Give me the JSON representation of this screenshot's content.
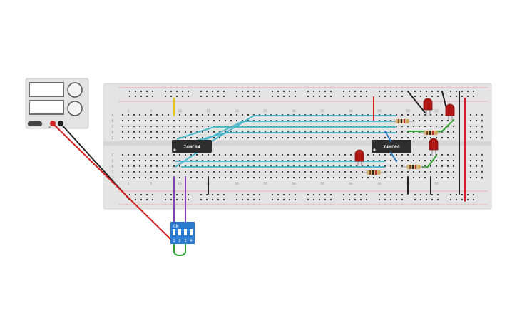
{
  "psu": {
    "plus_label": "+",
    "minus_label": "-"
  },
  "breadboard": {
    "column_numbers": [
      "1",
      "5",
      "10",
      "15",
      "20",
      "25",
      "30",
      "35",
      "40",
      "45",
      "50",
      "55"
    ],
    "row_letters_top": [
      "A",
      "B",
      "C",
      "D",
      "E"
    ],
    "row_letters_bottom": [
      "F",
      "G",
      "H",
      "I",
      "J"
    ]
  },
  "chips": [
    {
      "label": "74HC04"
    },
    {
      "label": "74HC08"
    }
  ],
  "dip_switch": {
    "on_label": "ON",
    "switch_numbers": [
      "1",
      "2",
      "3",
      "4"
    ]
  },
  "colors": {
    "board": "#e4e4e4",
    "hole": "#3c3c3c",
    "rail_red": "#e06060",
    "wire_cyan": "#4cb8cc",
    "wire_red": "#d42020",
    "wire_black": "#222222",
    "wire_purple": "#8a3cc0",
    "wire_green": "#2fa32f",
    "wire_yellow": "#e8c020",
    "wire_blue": "#2a7fc8",
    "led_red": "#b01818",
    "chip": "#2e2e2e",
    "dip": "#2b7bd0"
  }
}
